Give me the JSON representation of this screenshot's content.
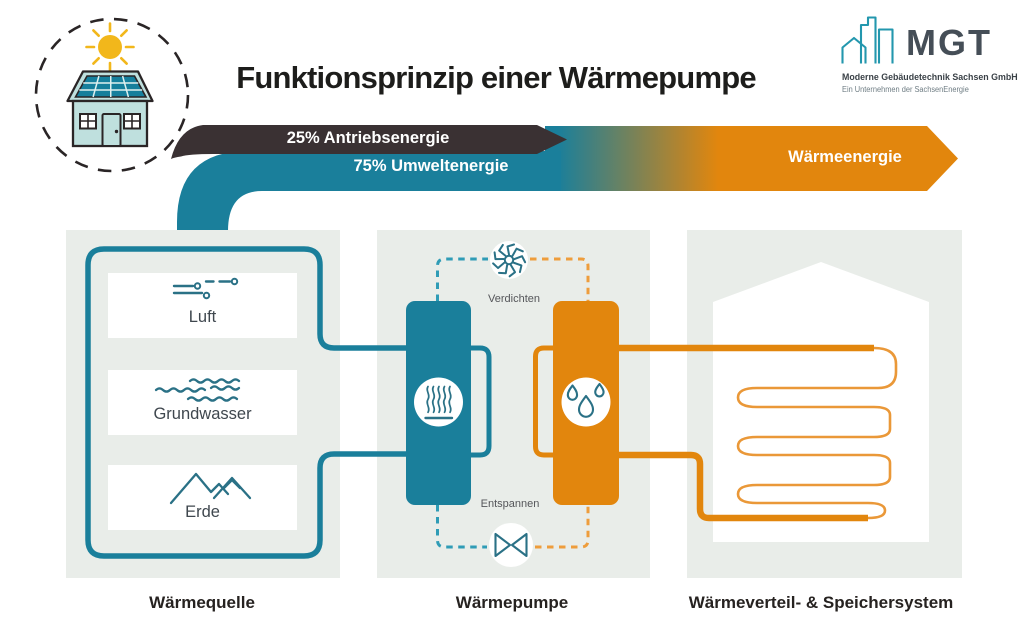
{
  "page": {
    "title": "Funktionsprinzip einer Wärmepumpe"
  },
  "logo": {
    "name": "MGT",
    "company": "Moderne Gebäudetechnik Sachsen GmbH",
    "tagline": "Ein Unternehmen der SachsenEnergie",
    "mark_icon": "buildings-house-outline-icon"
  },
  "energy_flow": {
    "drive_energy": "25% Antriebsenergie",
    "environment_energy": "75% Umweltenergie",
    "heat_energy": "Wärmeenergie"
  },
  "sections": {
    "heat_source": {
      "caption": "Wärmequelle",
      "items": [
        {
          "label": "Luft",
          "icon": "wind-icon"
        },
        {
          "label": "Grundwasser",
          "icon": "groundwater-waves-icon"
        },
        {
          "label": "Erde",
          "icon": "mountains-icon"
        }
      ]
    },
    "heat_pump": {
      "caption": "Wärmepumpe",
      "compress_label": "Verdichten",
      "compress_icon": "fan-compressor-icon",
      "expand_label": "Entspannen",
      "expand_icon": "expansion-valve-icon",
      "evaporator_icon": "steam-evaporator-icon",
      "condenser_icon": "droplets-condenser-icon"
    },
    "distribution": {
      "caption": "Wärmeverteil- & Speichersystem",
      "coil_icon": "heating-coil-icon"
    }
  },
  "badge": {
    "icon": "solar-house-with-sun-icon"
  },
  "colors": {
    "teal": "#1A7F9B",
    "teal_icon": "#2A7186",
    "orange": "#E2860D",
    "orange_light": "#EA9838",
    "dark_band": "#3A3133",
    "panel_bg": "#E9EDE9",
    "sun_yellow": "#F2B71B",
    "logo_teal": "#2397AE"
  }
}
